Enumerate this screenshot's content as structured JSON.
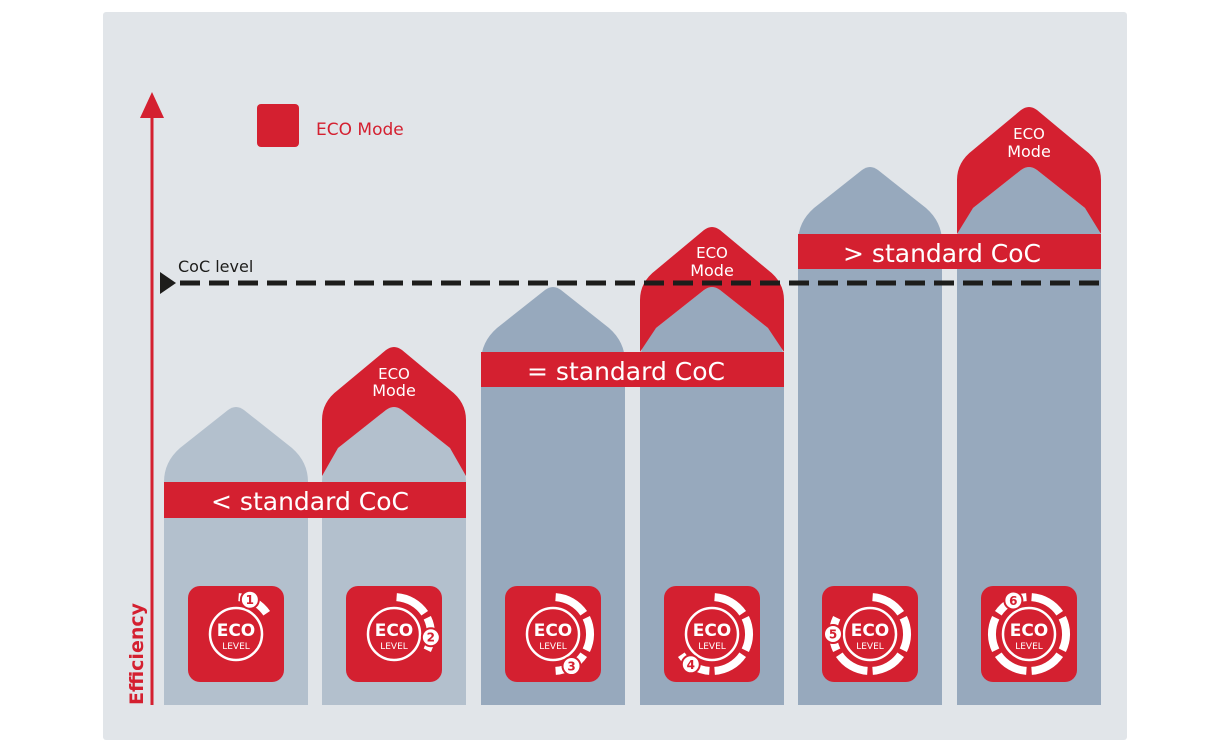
{
  "axis": {
    "label": "Efficiency"
  },
  "legend": {
    "label": "ECO Mode",
    "color": "#d42030"
  },
  "coc_line": {
    "label": "CoC level"
  },
  "colors": {
    "accent": "#d42030",
    "bar_light": "#b3c0cd",
    "bar_dark": "#97a9bd",
    "panel": "#e1e5e9",
    "dashed_line": "#1d1d1b"
  },
  "bands": [
    {
      "label": "< standard CoC"
    },
    {
      "label": "= standard CoC"
    },
    {
      "label": "> standard CoC"
    }
  ],
  "eco_mode_caps": [
    {
      "line1": "ECO",
      "line2": "Mode"
    },
    {
      "line1": "ECO",
      "line2": "Mode"
    },
    {
      "line1": "ECO",
      "line2": "Mode"
    }
  ],
  "levels": [
    {
      "level": 1,
      "text": "ECO",
      "sub": "LEVEL"
    },
    {
      "level": 2,
      "text": "ECO",
      "sub": "LEVEL"
    },
    {
      "level": 3,
      "text": "ECO",
      "sub": "LEVEL"
    },
    {
      "level": 4,
      "text": "ECO",
      "sub": "LEVEL"
    },
    {
      "level": 5,
      "text": "ECO",
      "sub": "LEVEL"
    },
    {
      "level": 6,
      "text": "ECO",
      "sub": "LEVEL"
    }
  ]
}
